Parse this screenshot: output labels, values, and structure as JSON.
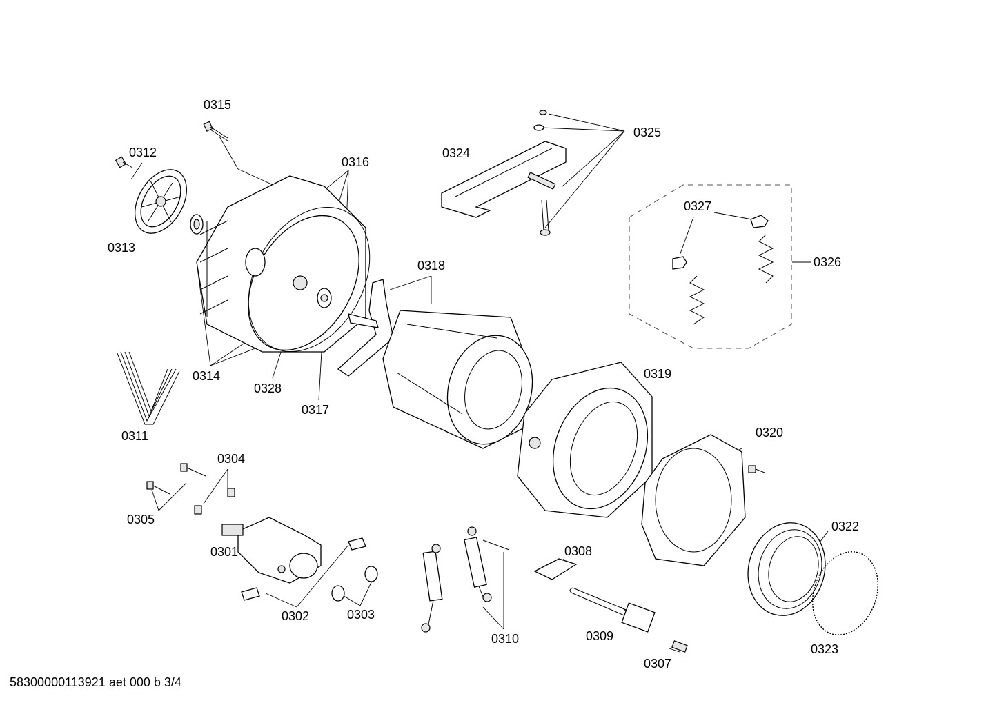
{
  "labels": {
    "p0301": "0301",
    "p0302": "0302",
    "p0303": "0303",
    "p0304": "0304",
    "p0305": "0305",
    "p0307": "0307",
    "p0308": "0308",
    "p0309": "0309",
    "p0310": "0310",
    "p0311": "0311",
    "p0312": "0312",
    "p0313": "0313",
    "p0314": "0314",
    "p0315": "0315",
    "p0316": "0316",
    "p0317": "0317",
    "p0318": "0318",
    "p0319": "0319",
    "p0320": "0320",
    "p0322": "0322",
    "p0323": "0323",
    "p0324": "0324",
    "p0325": "0325",
    "p0326": "0326",
    "p0327": "0327",
    "p0328": "0328"
  },
  "footer": "58300000113921 aet 000 b 3/4"
}
